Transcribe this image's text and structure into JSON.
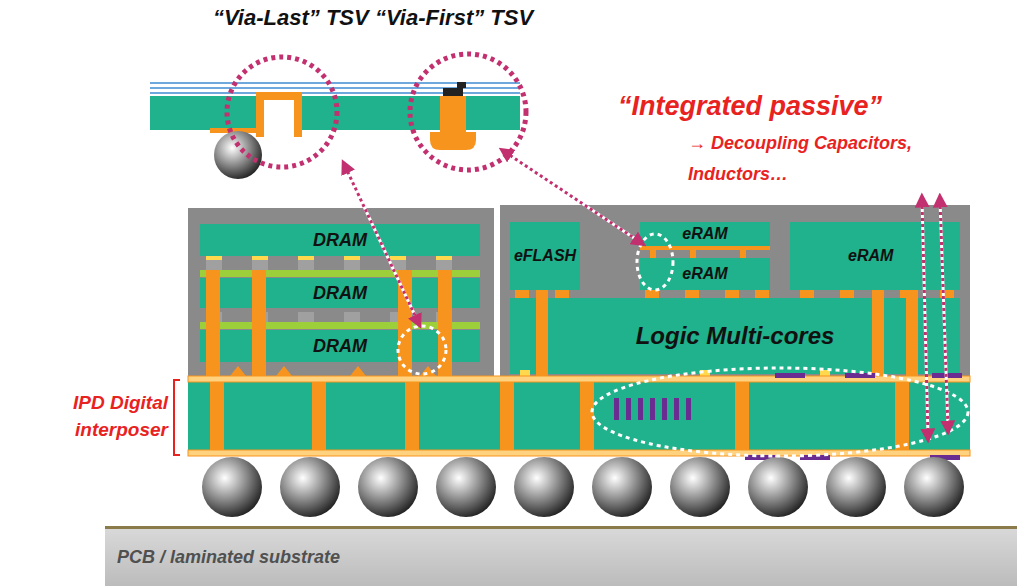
{
  "diagram": {
    "nodes": [
      {
        "text": [
          "DRAM"
        ]
      },
      {
        "text": [
          "DRAM"
        ]
      },
      {
        "text": [
          "DRAM"
        ]
      },
      {
        "text": [
          "eFLASH"
        ]
      },
      {
        "text": [
          "eRAM"
        ]
      },
      {
        "text": [
          "eRAM"
        ]
      },
      {
        "text": [
          "eRAM"
        ]
      },
      {
        "text": [
          "Logic Multi-cores"
        ]
      },
      {
        "text": [
          "PCB / laminated substrate"
        ]
      }
    ],
    "labels": [
      "“Via-Last” TSV",
      "“Via-First” TSV",
      "“Integrated passive”",
      "→ Decoupling Capacitors, Inductors…",
      "IPD Digital interposer"
    ]
  }
}
